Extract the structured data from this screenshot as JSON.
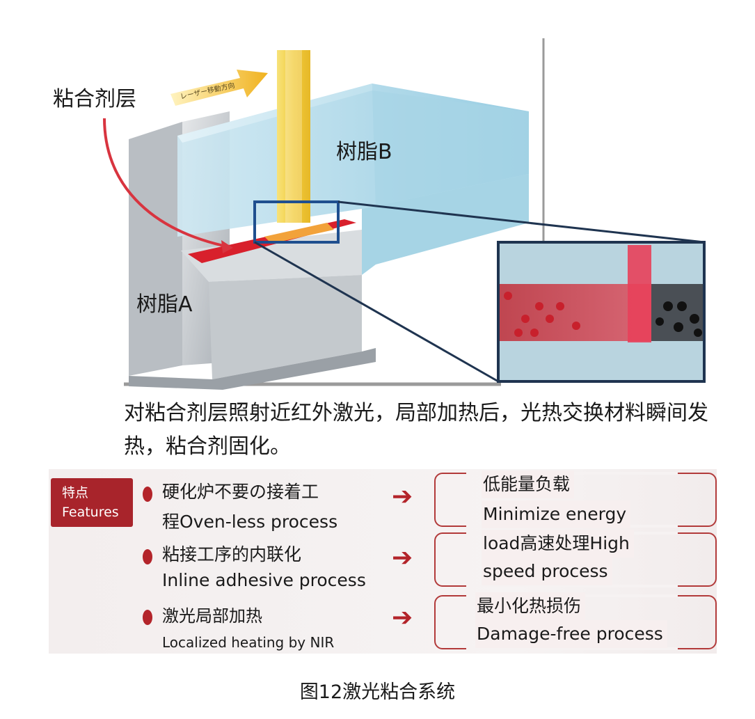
{
  "diagram": {
    "label_adhesive": "粘合剂层",
    "label_resin_b": "树脂B",
    "label_resin_a": "树脂A",
    "laser_direction_label": "レーザー移動方向"
  },
  "caption": "对粘合剂层照射近红外激光，局部加热后，光热交换材料瞬间发热，粘合剂固化。",
  "features": {
    "tag_zh": "特点",
    "tag_en": "Features",
    "rows": [
      {
        "left_line1": "硬化炉不要の接着工",
        "left_line2": "程Oven-less process",
        "right_line1": "低能量负载",
        "right_line2": "Minimize energy"
      },
      {
        "left_line1": "粘接工序的内联化",
        "left_line2": "Inline adhesive process",
        "right_line1": "load高速处理High",
        "right_line2": "speed process"
      },
      {
        "left_line1": "激光局部加热",
        "left_line2": "Localized heating by NIR",
        "right_line1": "最小化热损伤",
        "right_line2": "Damage-free process"
      }
    ]
  },
  "figure_title": "图12激光粘合系统",
  "colors": {
    "accent_red": "#b3242a",
    "resin_blue": "#a9d7e8",
    "laser_yellow": "#f2cb3a"
  }
}
